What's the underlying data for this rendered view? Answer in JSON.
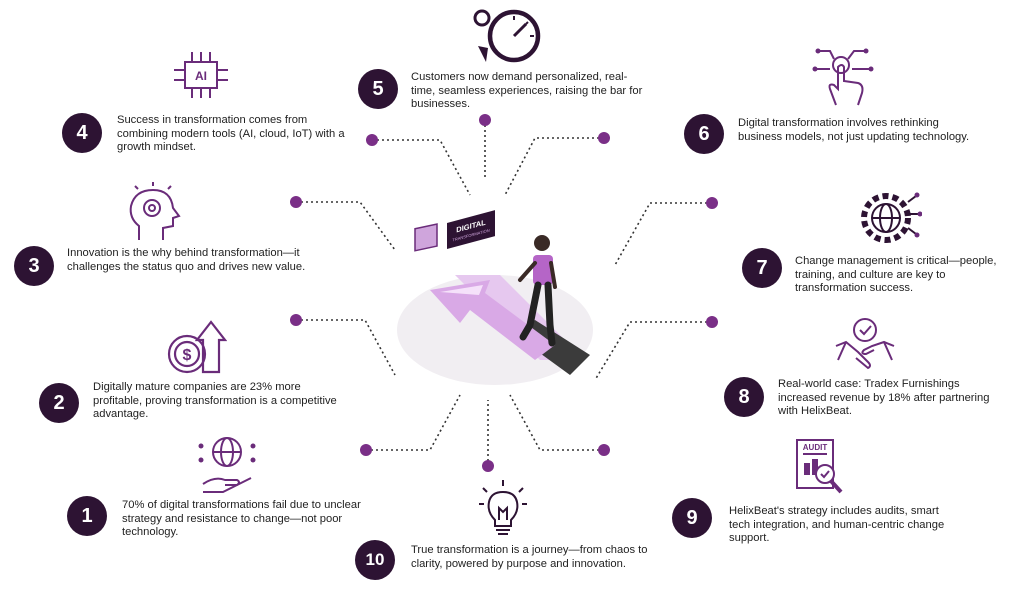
{
  "items": [
    {
      "n": "1",
      "text": "70% of digital transformations fail due to unclear strategy and resistance to change—not poor technology.",
      "icon": "globe-hand-icon"
    },
    {
      "n": "2",
      "text": "Digitally mature companies are 23% more profitable, proving transformation is a competitive advantage.",
      "icon": "dollar-growth-icon"
    },
    {
      "n": "3",
      "text": "Innovation is the why behind transformation—it challenges the status quo and drives new value.",
      "icon": "head-gear-icon"
    },
    {
      "n": "4",
      "text": "Success in transformation comes from combining modern tools (AI, cloud, IoT) with a growth mindset.",
      "icon": "ai-chip-icon"
    },
    {
      "n": "5",
      "text": "Customers now demand personalized, real-time, seamless experiences, raising the bar for businesses.",
      "icon": "speed-gauge-icon"
    },
    {
      "n": "6",
      "text": "Digital transformation involves rethinking business models, not just updating technology.",
      "icon": "touch-network-icon"
    },
    {
      "n": "7",
      "text": "Change management is critical—people, training, and culture are key to transformation success.",
      "icon": "gear-globe-icon"
    },
    {
      "n": "8",
      "text": "Real-world case: Tradex Furnishings increased revenue by 18% after partnering with HelixBeat.",
      "icon": "handshake-icon"
    },
    {
      "n": "9",
      "text": "HelixBeat's strategy includes audits, smart tech integration, and human-centric change support.",
      "icon": "audit-document-icon"
    },
    {
      "n": "10",
      "text": "True transformation is a journey—from chaos to clarity, powered by purpose and innovation.",
      "icon": "lightbulb-icon"
    }
  ],
  "center": {
    "sign_text": "DIGITAL",
    "sign_sub": "TRANSFORMATION",
    "audit_label": "AUDIT",
    "ai_label": "AI"
  },
  "colors": {
    "dark": "#2d1333",
    "accent": "#6a2c7a",
    "light": "#c7a3d4"
  }
}
